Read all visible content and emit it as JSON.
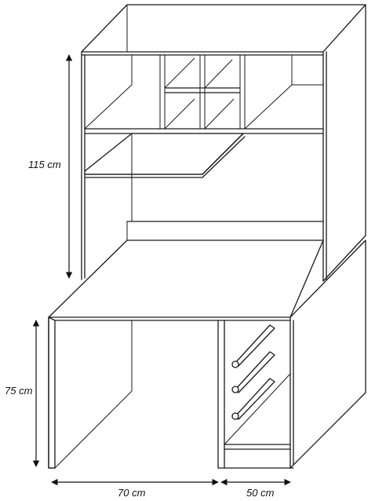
{
  "diagram": {
    "dimensions": {
      "hutch_height": "115 cm",
      "desk_height": "75 cm",
      "desk_width": "70 cm",
      "desk_depth": "50 cm"
    }
  }
}
